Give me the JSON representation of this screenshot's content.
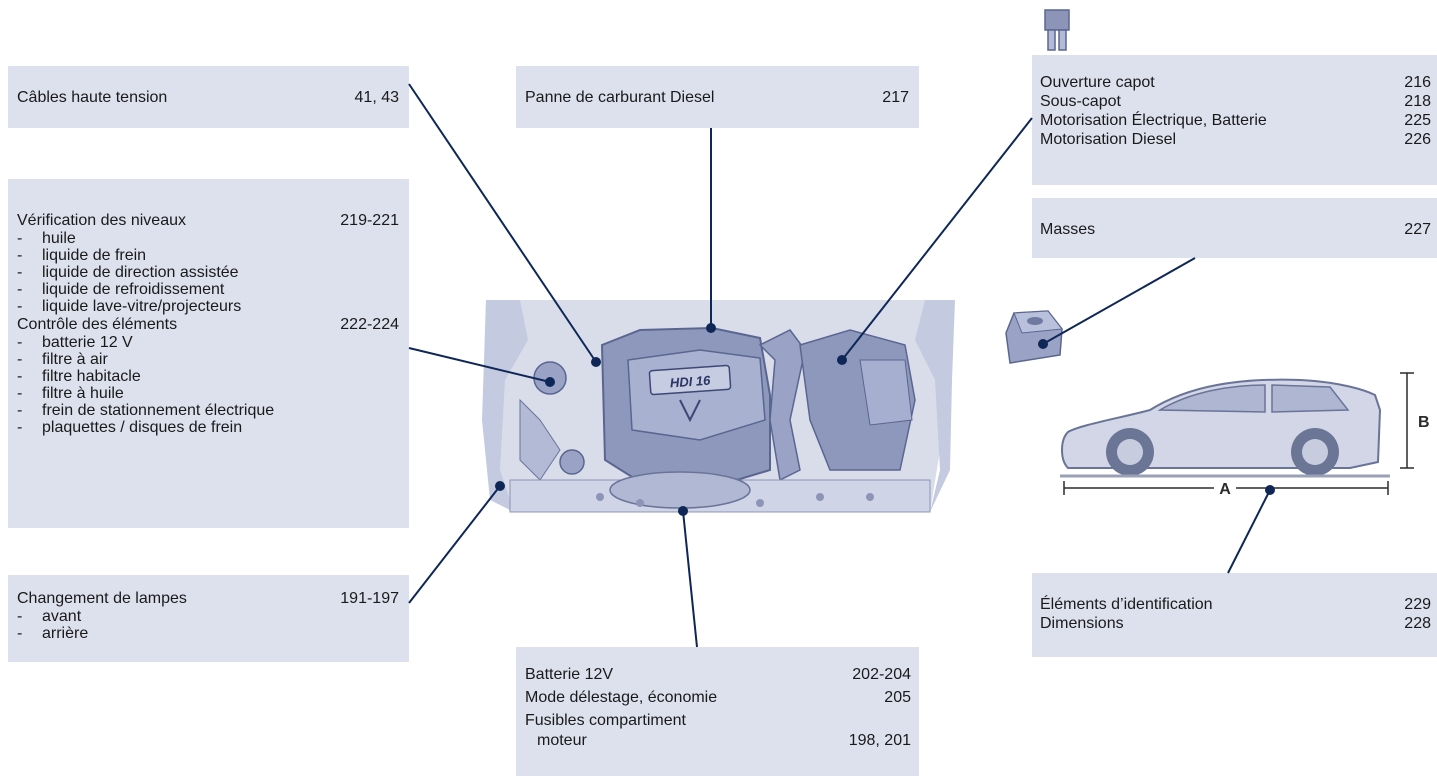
{
  "boxes": {
    "cables": {
      "label": "Câbles haute tension",
      "page": "41, 43"
    },
    "carburant": {
      "label": "Panne de carburant Diesel",
      "page": "217"
    },
    "capot": {
      "items": [
        {
          "label": "Ouverture capot",
          "page": "216"
        },
        {
          "label": "Sous-capot",
          "page": "218"
        },
        {
          "label": "Motorisation Électrique, Batterie",
          "page": "225"
        },
        {
          "label": "Motorisation Diesel",
          "page": "226"
        }
      ]
    },
    "masses": {
      "label": "Masses",
      "page": "227"
    },
    "verification": {
      "title": "Vérification des niveaux",
      "page": "219-221",
      "items": [
        "huile",
        "liquide de frein",
        "liquide de direction assistée",
        "liquide de refroidissement",
        "liquide lave-vitre/projecteurs"
      ],
      "title2": "Contrôle des éléments",
      "page2": "222-224",
      "items2": [
        "batterie 12 V",
        "filtre à air",
        "filtre habitacle",
        "filtre à huile",
        "frein de stationnement électrique",
        "plaquettes / disques de frein"
      ]
    },
    "lampes": {
      "title": "Changement de lampes",
      "page": "191-197",
      "items": [
        "avant",
        "arrière"
      ]
    },
    "batterie": {
      "items": [
        {
          "label": "Batterie 12V",
          "page": "202-204"
        },
        {
          "label": "Mode délestage, économie",
          "page": "205"
        }
      ],
      "fusibles_label": "Fusibles compartiment",
      "fusibles_label2": "moteur",
      "fusibles_page": "198, 201"
    },
    "identification": {
      "items": [
        {
          "label": "Éléments d’identification",
          "page": "229"
        },
        {
          "label": "Dimensions",
          "page": "228"
        }
      ]
    }
  },
  "engine_badge": "HDI 16",
  "dash_char": "-",
  "dim_a": "A",
  "dim_b": "B",
  "colors": {
    "box": "#dde1ee",
    "line": "#0f2757",
    "engine": "#9aa4c6"
  }
}
